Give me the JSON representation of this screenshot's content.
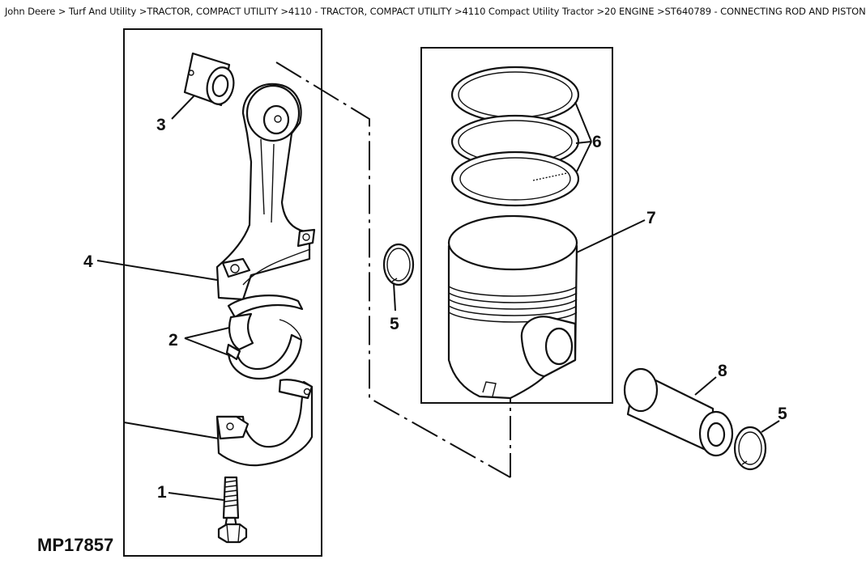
{
  "breadcrumb": [
    "John Deere",
    "Turf And Utility",
    "TRACTOR, COMPACT UTILITY",
    "4110 - TRACTOR, COMPACT UTILITY",
    "4110 Compact Utility Tractor",
    "20 ENGINE",
    "ST640789 - CONNECTING ROD AND PISTON"
  ],
  "breadcrumb_separators": [
    " > ",
    " >",
    " >",
    " >",
    " >",
    " >"
  ],
  "diagram": {
    "figure_id": "MP17857",
    "callouts": {
      "c1": "1",
      "c2": "2",
      "c3": "3",
      "c4": "4",
      "c5a": "5",
      "c5b": "5",
      "c6": "6",
      "c7": "7",
      "c8": "8"
    }
  }
}
